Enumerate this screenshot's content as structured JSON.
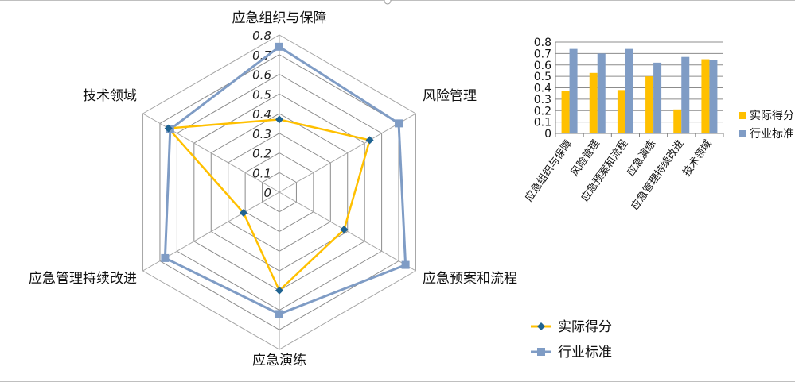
{
  "chart_data": [
    {
      "type": "radar",
      "categories": [
        "应急组织与保障",
        "风险管理",
        "应急预案和流程",
        "应急演练",
        "应急管理持续改进",
        "技术领域"
      ],
      "series": [
        {
          "name": "实际得分",
          "values": [
            0.37,
            0.53,
            0.38,
            0.5,
            0.21,
            0.65
          ],
          "color": "#FFC000",
          "marker": "diamond",
          "marker_color": "#1F6391"
        },
        {
          "name": "行业标准",
          "values": [
            0.74,
            0.7,
            0.74,
            0.62,
            0.67,
            0.64
          ],
          "color": "#7F9CC5",
          "marker": "square",
          "marker_color": "#7F9CC5"
        }
      ],
      "ylim": [
        0,
        0.8
      ],
      "ticks": [
        "0",
        "0.1",
        "0.2",
        "0.3",
        "0.4",
        "0.5",
        "0.6",
        "0.7",
        "0.8"
      ],
      "grid": true,
      "legend": "bottom-right"
    },
    {
      "type": "bar",
      "categories": [
        "应急组织与保障",
        "风险管理",
        "应急预案和流程",
        "应急演练",
        "应急管理持续改进",
        "技术领域"
      ],
      "series": [
        {
          "name": "实际得分",
          "values": [
            0.37,
            0.53,
            0.38,
            0.5,
            0.21,
            0.65
          ],
          "color": "#FFC000"
        },
        {
          "name": "行业标准",
          "values": [
            0.74,
            0.7,
            0.74,
            0.62,
            0.67,
            0.64
          ],
          "color": "#7F9CC5"
        }
      ],
      "ylim": [
        0,
        0.8
      ],
      "ticks": [
        "0",
        "0.1",
        "0.2",
        "0.3",
        "0.4",
        "0.5",
        "0.6",
        "0.7",
        "0.8"
      ],
      "grid": true,
      "legend": "right"
    }
  ]
}
